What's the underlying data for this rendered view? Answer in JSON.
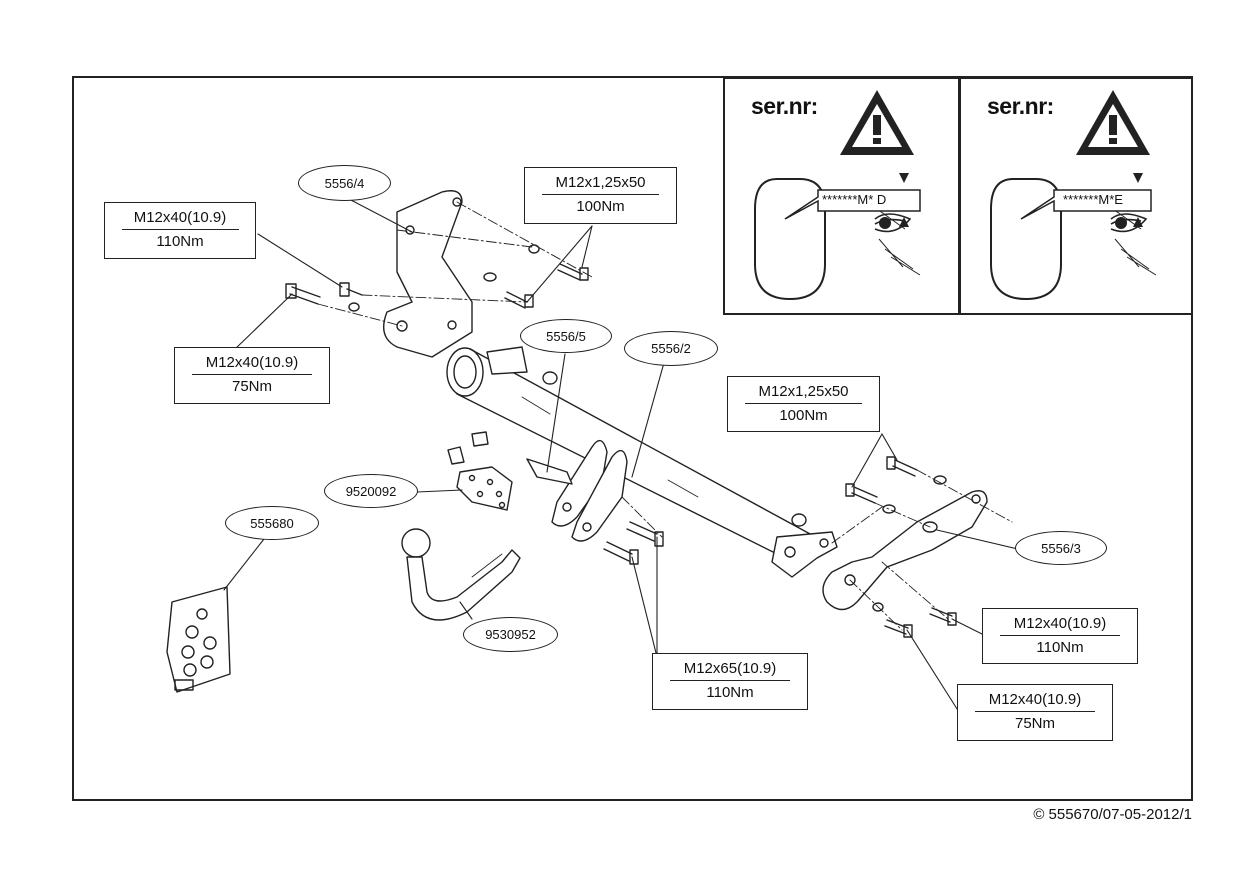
{
  "callouts": {
    "top_left": {
      "spec": "M12x40(10.9)",
      "torque": "110Nm"
    },
    "mid_left": {
      "spec": "M12x40(10.9)",
      "torque": "75Nm"
    },
    "top_center": {
      "spec": "M12x1,25x50",
      "torque": "100Nm"
    },
    "right_center": {
      "spec": "M12x1,25x50",
      "torque": "100Nm"
    },
    "bottom_right_1": {
      "spec": "M12x40(10.9)",
      "torque": "110Nm"
    },
    "bottom_right_2": {
      "spec": "M12x40(10.9)",
      "torque": "75Nm"
    },
    "bottom_center": {
      "spec": "M12x65(10.9)",
      "torque": "110Nm"
    }
  },
  "parts": {
    "p5556_4": "5556/4",
    "p5556_5": "5556/5",
    "p5556_2": "5556/2",
    "p5556_3": "5556/3",
    "p9520092": "9520092",
    "p555680": "555680",
    "p9530952": "9530952"
  },
  "warning_panels": [
    {
      "label": "ser.nr:",
      "code": "*******M* D"
    },
    {
      "label": "ser.nr:",
      "code": "*******M*E"
    }
  ],
  "footer": {
    "copyright": "© 555670/07-05-2012/1"
  }
}
